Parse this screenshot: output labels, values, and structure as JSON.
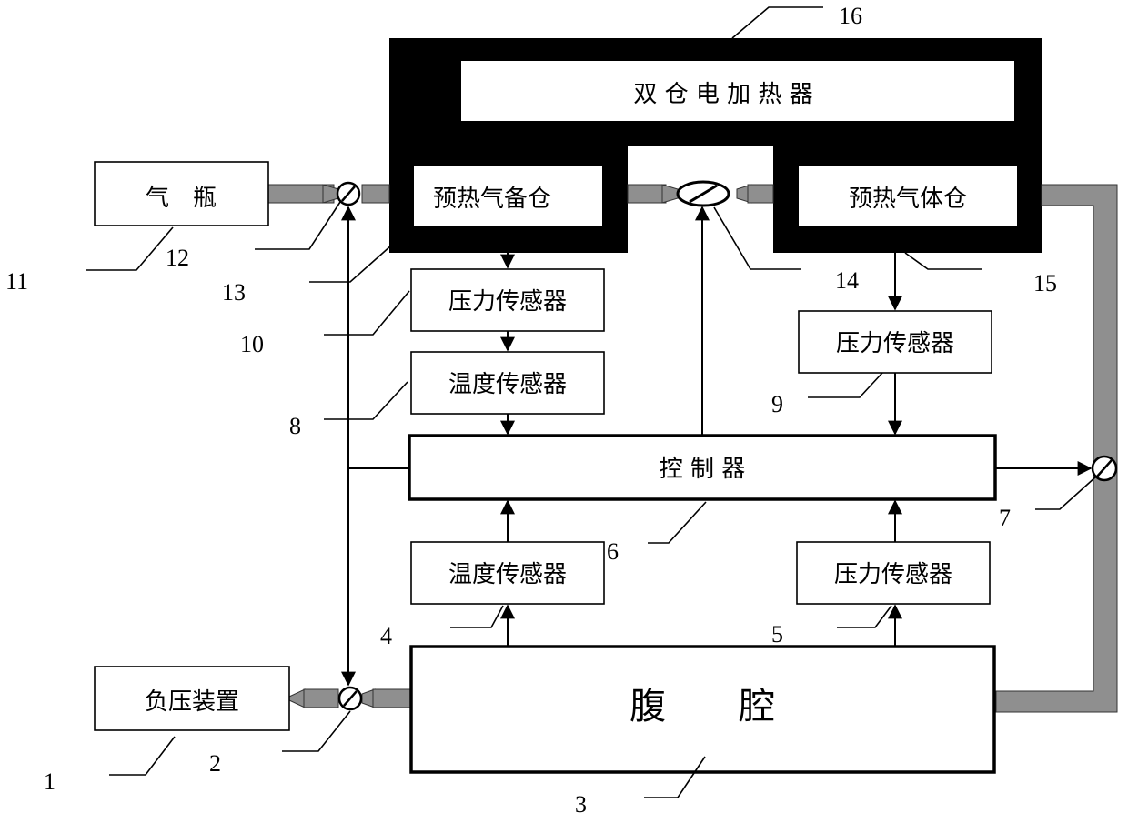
{
  "heater": {
    "label": "双 仓 电 加 热 器"
  },
  "boxes": {
    "gas_cylinder": "气　瓶",
    "preheat_backup_chamber": "预热气备仓",
    "preheat_gas_chamber": "预热气体仓",
    "pressure_sensor_left": "压力传感器",
    "temperature_sensor_top": "温度传感器",
    "pressure_sensor_right_top": "压力传感器",
    "controller": "控 制 器",
    "temperature_sensor_bottom": "温度传感器",
    "pressure_sensor_bottom": "压力传感器",
    "negative_pressure_device": "负压装置",
    "abdominal_cavity": "腹　　腔"
  },
  "numbers": {
    "n1": "1",
    "n2": "2",
    "n3": "3",
    "n4": "4",
    "n5": "5",
    "n6": "6",
    "n7": "7",
    "n8": "8",
    "n9": "9",
    "n10": "10",
    "n11": "11",
    "n12": "12",
    "n13": "13",
    "n14": "14",
    "n15": "15",
    "n16": "16"
  }
}
